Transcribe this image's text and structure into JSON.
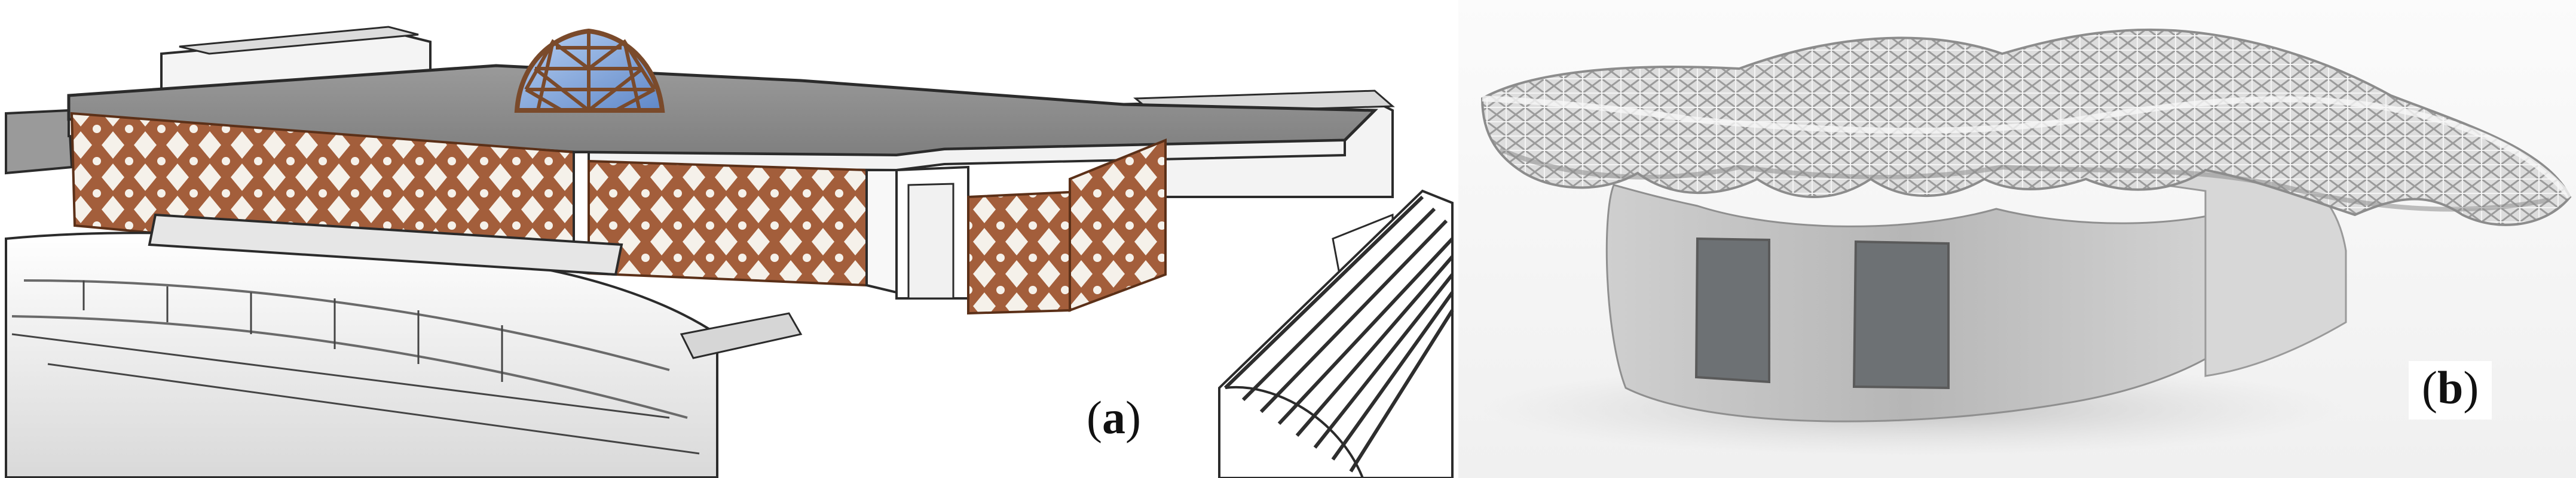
{
  "figure": {
    "panels": [
      {
        "id": "a",
        "label_open": "(",
        "label_letter": "a",
        "label_close": ")"
      },
      {
        "id": "b",
        "label_open": "(",
        "label_letter": "b",
        "label_close": ")"
      }
    ]
  },
  "colors": {
    "background": "#ffffff",
    "roof": "#8e8e8e",
    "facade_wood": "#a35e3b",
    "dome_glass": "#7ea7de",
    "dome_frame": "#7a4a2b",
    "white_volume": "#f3f3f3",
    "outline": "#2b2b2b",
    "render_background": "#f6f6f6",
    "shell_light": "#efefef",
    "shell_mid": "#cfcfcf",
    "shell_dark": "#9c9c9c",
    "opening_dark": "#6d7174"
  }
}
